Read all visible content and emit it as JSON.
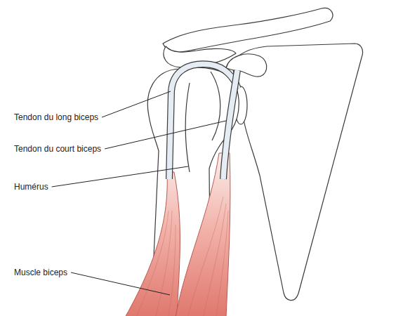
{
  "diagram": {
    "labels": [
      "Tendon du long biceps",
      "Tendon du court biceps",
      "Humérus",
      "Muscle biceps"
    ]
  }
}
